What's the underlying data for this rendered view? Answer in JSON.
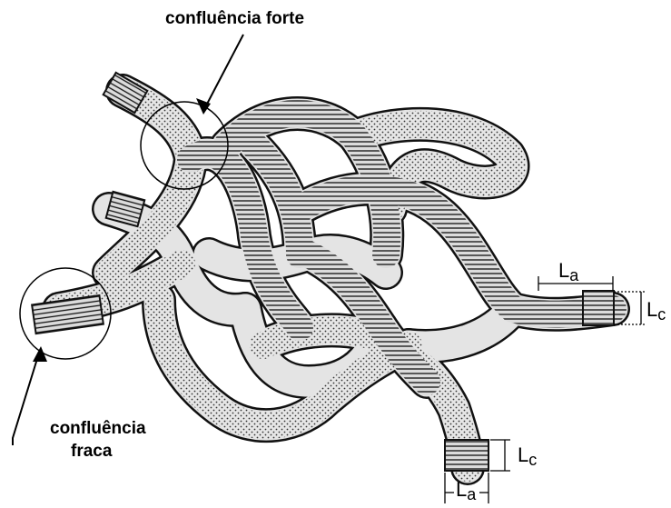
{
  "labels": {
    "strong_confluence": "confluência forte",
    "weak_confluence_line1": "confluência",
    "weak_confluence_line2": "fraca"
  },
  "dimensions": {
    "right_width": {
      "main": "L",
      "sub": "a"
    },
    "right_height": {
      "main": "L",
      "sub": "c"
    },
    "bottom_width": {
      "main": "L",
      "sub": "a"
    },
    "bottom_height": {
      "main": "L",
      "sub": "c"
    }
  },
  "colors": {
    "ink": "#000000",
    "ribbon_fill": "#e2e2e2",
    "background": "#ffffff"
  }
}
